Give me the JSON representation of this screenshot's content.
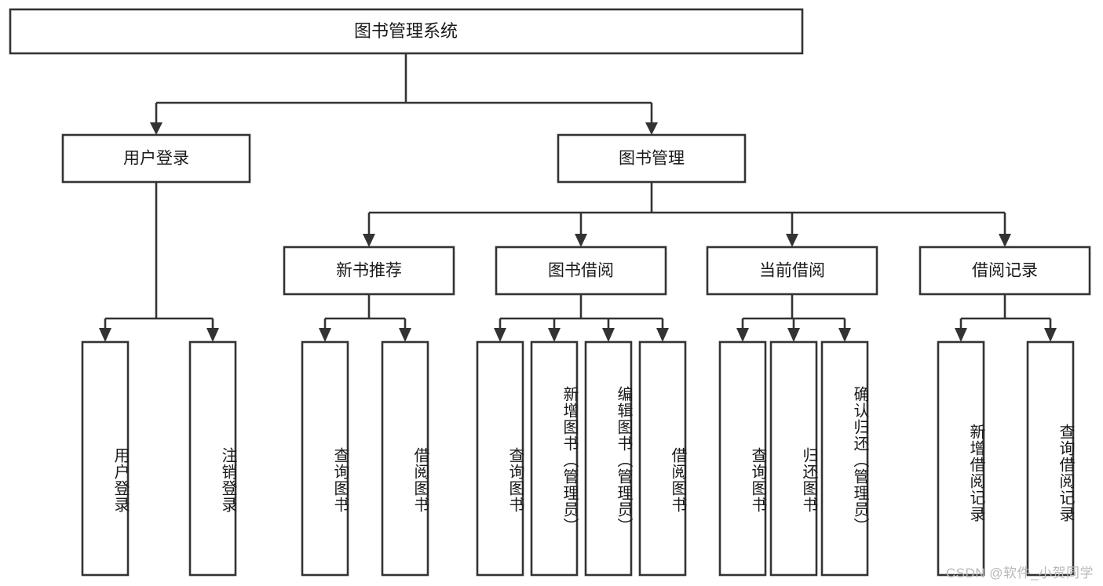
{
  "diagram": {
    "title": "图书管理系统",
    "type": "tree-hierarchy-chart",
    "watermark": "CSDN @软件_小贺同学",
    "colors": {
      "stroke": "#333333",
      "fill": "#ffffff",
      "text": "#1a1a1a",
      "watermark": "#b9b9b9"
    },
    "root": {
      "label": "图书管理系统"
    },
    "level2": [
      {
        "label": "用户登录"
      },
      {
        "label": "图书管理"
      }
    ],
    "level3": [
      {
        "label": "新书推荐"
      },
      {
        "label": "图书借阅"
      },
      {
        "label": "当前借阅"
      },
      {
        "label": "借阅记录"
      }
    ],
    "leaves": {
      "user_login": [
        {
          "label": "用户登录"
        },
        {
          "label": "注销登录"
        }
      ],
      "new_book": [
        {
          "label": "查询图书"
        },
        {
          "label": "借阅图书"
        }
      ],
      "book_borrow": [
        {
          "label": "查询图书"
        },
        {
          "label": "新增图书（管理员）"
        },
        {
          "label": "编辑图书（管理员）"
        },
        {
          "label": "借阅图书"
        }
      ],
      "current_borrow": [
        {
          "label": "查询图书"
        },
        {
          "label": "归还图书"
        },
        {
          "label": "确认归还（管理员）"
        }
      ],
      "borrow_record": [
        {
          "label": "新增借阅记录"
        },
        {
          "label": "查询借阅记录"
        }
      ]
    }
  }
}
